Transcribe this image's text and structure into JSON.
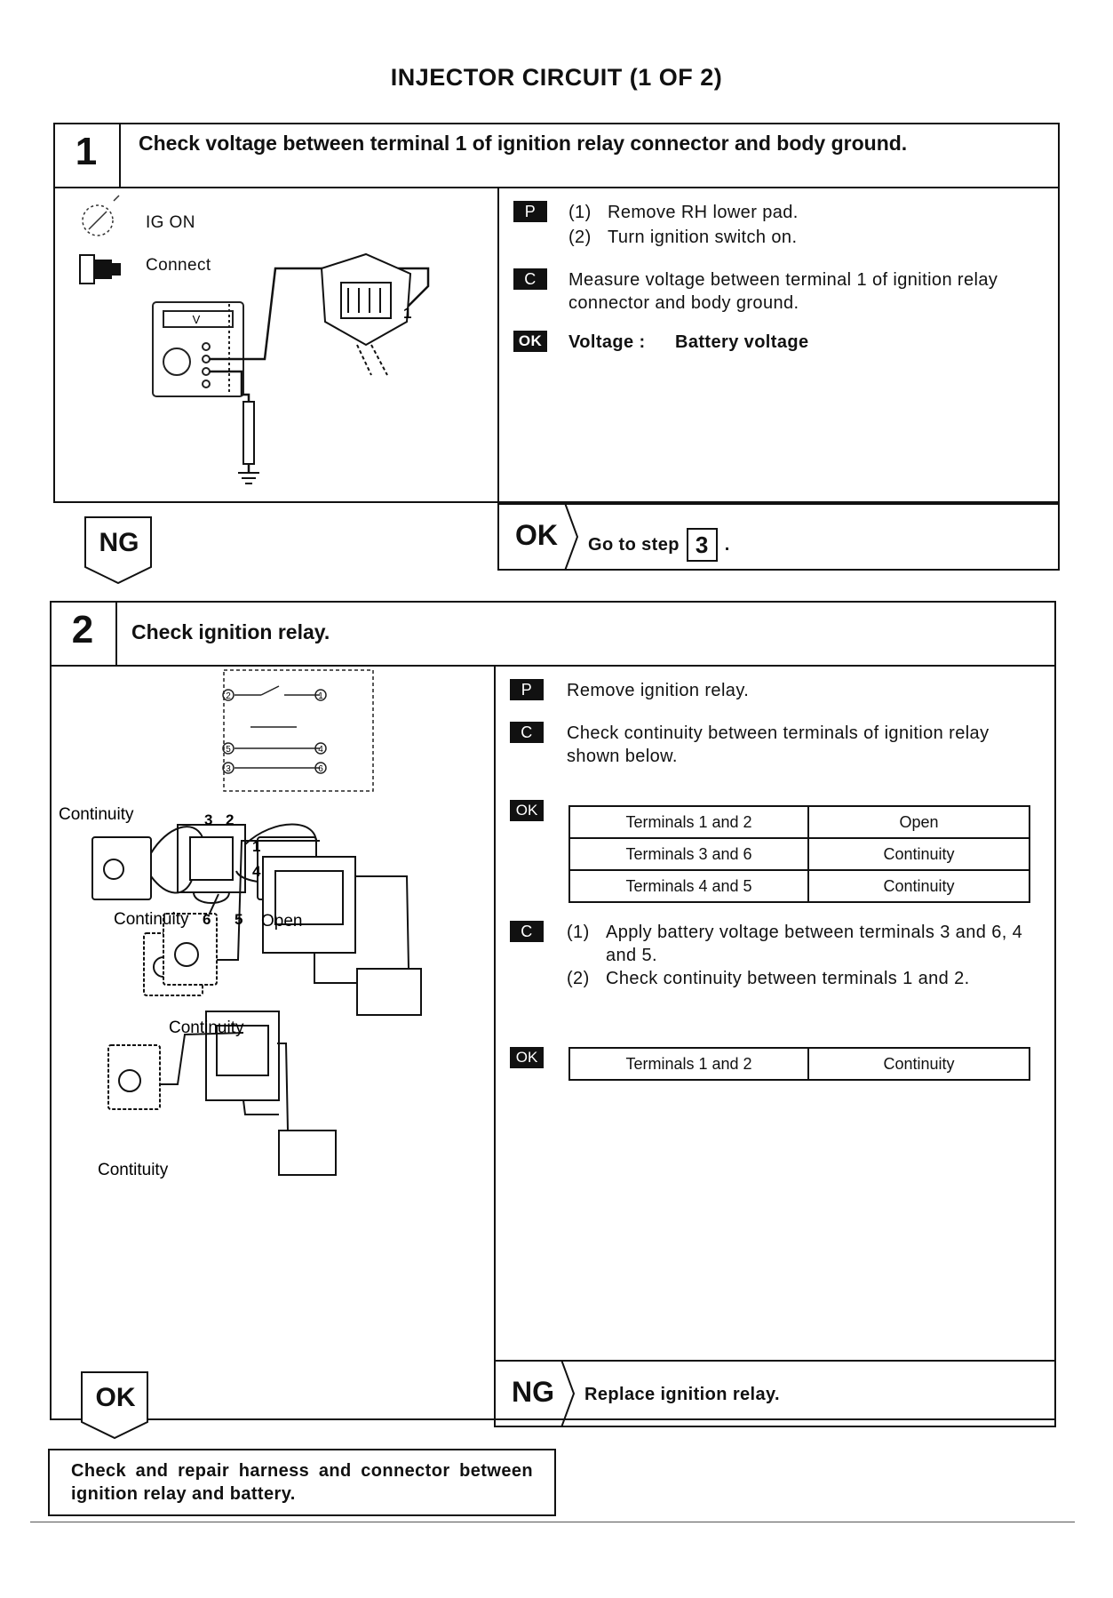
{
  "title": "INJECTOR CIRCUIT (1 OF 2)",
  "step1": {
    "number": "1",
    "heading": "Check voltage between terminal 1 of ignition relay connector and body ground.",
    "icons": {
      "ig_on": "IG ON",
      "connect": "Connect"
    },
    "terminal_label": "1",
    "meter_label": "V",
    "procedure": [
      {
        "tag": "P",
        "num": "(1)",
        "text": "Remove RH lower pad."
      },
      {
        "tag": "",
        "num": "(2)",
        "text": "Turn ignition switch on."
      }
    ],
    "check": {
      "tag": "C",
      "text": "Measure voltage between terminal 1 of ignition relay connector and body ground."
    },
    "ok_spec": {
      "tag": "OK",
      "label": "Voltage :",
      "value": "Battery voltage"
    },
    "ng_label": "NG",
    "ok_result": {
      "word": "OK",
      "text": "Go to step",
      "step": "3",
      "end": "."
    }
  },
  "step2": {
    "number": "2",
    "heading": "Check ignition relay.",
    "diagram_labels": {
      "continuity1": "Continuity",
      "continuity2": "Continuity",
      "continuity3": "Continuity",
      "contituity": "Contituity",
      "open": "Open",
      "pin3": "3",
      "pin2": "2",
      "pin1": "1",
      "pin4": "4",
      "pin6": "6",
      "pin5": "5",
      "sch1": "1",
      "sch2": "2",
      "sch3": "3",
      "sch4": "4",
      "sch5": "5",
      "sch6": "6"
    },
    "proc1": {
      "tag": "P",
      "text": "Remove ignition relay."
    },
    "check1": {
      "tag": "C",
      "text": "Check continuity between terminals of ignition relay shown below."
    },
    "ok_tag1": "OK",
    "table1": [
      [
        "Terminals 1 and 2",
        "Open"
      ],
      [
        "Terminals 3 and 6",
        "Continuity"
      ],
      [
        "Terminals 4 and 5",
        "Continuity"
      ]
    ],
    "check2": {
      "tag": "C",
      "items": [
        {
          "num": "(1)",
          "text": "Apply battery voltage between terminals 3 and 6, 4 and 5."
        },
        {
          "num": "(2)",
          "text": "Check continuity between terminals 1 and 2."
        }
      ]
    },
    "ok_tag2": "OK",
    "table2": [
      [
        "Terminals 1 and 2",
        "Continuity"
      ]
    ],
    "ok_label": "OK",
    "ng_result": {
      "word": "NG",
      "text": "Replace ignition relay."
    },
    "final_box": "Check and repair harness and connector between ignition relay and battery."
  }
}
